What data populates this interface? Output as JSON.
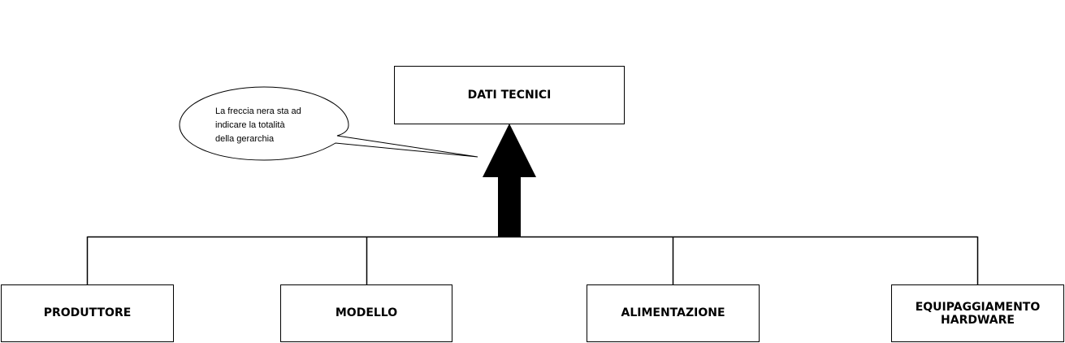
{
  "root": {
    "label": "DATI TECNICI"
  },
  "children": [
    {
      "lines": [
        "PRODUTTORE"
      ]
    },
    {
      "lines": [
        "MODELLO"
      ]
    },
    {
      "lines": [
        "ALIMENTAZIONE"
      ]
    },
    {
      "lines": [
        "EQUIPAGGIAMENTO",
        "HARDWARE"
      ]
    }
  ],
  "callout": {
    "lines": [
      "La freccia nera sta ad",
      "indicare la totalità",
      "della gerarchia"
    ]
  },
  "colors": {
    "stroke": "#000000",
    "fill": "#ffffff",
    "arrow": "#000000"
  }
}
